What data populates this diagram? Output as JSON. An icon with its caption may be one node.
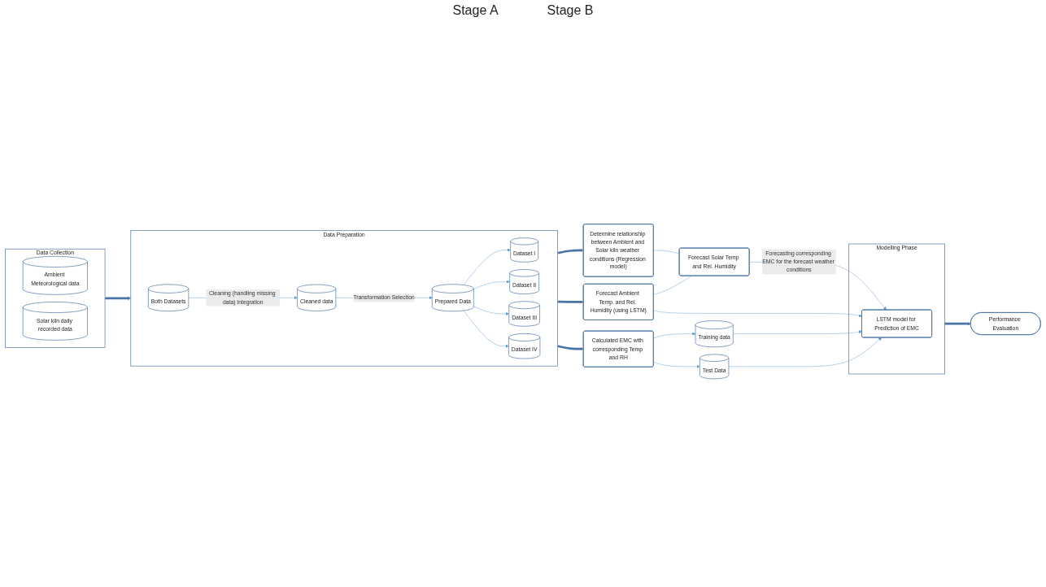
{
  "diagram": {
    "nodes": [
      {
        "text": [
          "Data Collection"
        ]
      },
      {
        "text": [
          "Ambient Meteorological data"
        ],
        "in": 0
      },
      {
        "text": [
          "Solar kiln daily recorded data"
        ],
        "in": 0
      },
      {
        "text": [
          "Data Preparation"
        ]
      },
      {
        "text": [
          "Both Datasets"
        ],
        "in": 3
      },
      {
        "text": [
          "Cleaned data"
        ],
        "in": 3
      },
      {
        "text": [
          "Prepared Data"
        ],
        "in": 3
      },
      {
        "text": [
          "Dataset I"
        ],
        "in": 3
      },
      {
        "text": [
          "Dataset II"
        ],
        "in": 3
      },
      {
        "text": [
          "Dataset III"
        ],
        "in": 3
      },
      {
        "text": [
          "Dataset IV"
        ],
        "in": 3
      },
      {
        "text": [
          "Determine relationship between Ambient and Solar kiln weather conditions (Regression model)"
        ]
      },
      {
        "text": [
          "Forecast Ambient Temp. and Rel. Humidity (using LSTM)"
        ]
      },
      {
        "text": [
          "Forecast Solar Temp and Rel. Humidity"
        ]
      },
      {
        "text": [
          "Calculated EMC with corresponding Temp and RH"
        ]
      },
      {
        "text": [
          "Modelling Phase"
        ]
      },
      {
        "text": [
          "Training data"
        ]
      },
      {
        "text": [
          "Test Data"
        ]
      },
      {
        "text": [
          "LSTM model for Prediction of EMC"
        ],
        "in": 15
      },
      {
        "text": [
          "Performance Evaluation"
        ]
      }
    ],
    "edges": [
      {
        "from": 0,
        "to": 3,
        "arrow": "to",
        "style": "thick"
      },
      {
        "from": 4,
        "to": 5,
        "arrow": "to",
        "label": "Cleaning (handling missing data) Integration"
      },
      {
        "from": 5,
        "to": 6,
        "arrow": "to",
        "label": "Transformation Selection"
      },
      {
        "from": 6,
        "to": 7,
        "arrow": "to"
      },
      {
        "from": 6,
        "to": 8,
        "arrow": "to"
      },
      {
        "from": 6,
        "to": 9,
        "arrow": "to"
      },
      {
        "from": 6,
        "to": 10,
        "arrow": "to"
      },
      {
        "from": 3,
        "to": 11,
        "arrow": "to",
        "style": "thick"
      },
      {
        "from": 3,
        "to": 12,
        "arrow": "to",
        "style": "thick"
      },
      {
        "from": 3,
        "to": 14,
        "arrow": "to",
        "style": "thick"
      },
      {
        "from": 11,
        "to": 13,
        "arrow": "none"
      },
      {
        "from": 12,
        "to": 13,
        "arrow": "none"
      },
      {
        "from": 12,
        "to": 18,
        "arrow": "to"
      },
      {
        "from": 13,
        "to": 18,
        "arrow": "to",
        "label": "Forecasting corresponding EMC for the forecast weather conditions"
      },
      {
        "from": 14,
        "to": 16,
        "arrow": "to"
      },
      {
        "from": 14,
        "to": 17,
        "arrow": "to"
      },
      {
        "from": 16,
        "to": 18,
        "arrow": "to"
      },
      {
        "from": 17,
        "to": 18,
        "arrow": "to"
      },
      {
        "from": 15,
        "to": 19,
        "arrow": "to",
        "style": "thick"
      }
    ],
    "labels": [
      "Stage A",
      "Stage B"
    ]
  }
}
